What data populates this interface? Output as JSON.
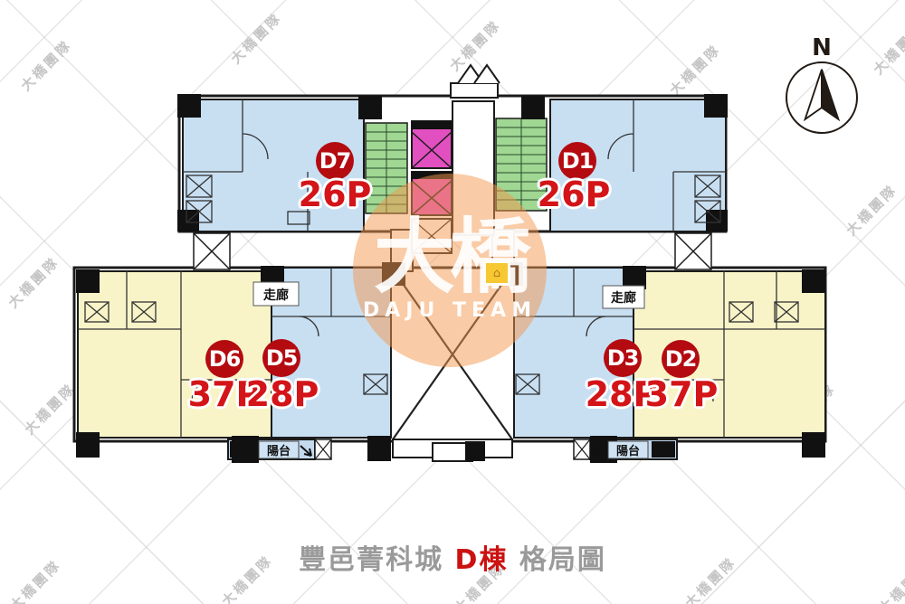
{
  "title": {
    "project": "豐邑菁科城",
    "building": "D棟",
    "suffix": "格局圖"
  },
  "compass": {
    "north_label": "N"
  },
  "watermark": {
    "tile_text": "大橋團隊",
    "logo_text": "大橋",
    "logo_subtext": "DAJU TEAM"
  },
  "floorplan": {
    "building_name": "D棟",
    "units": [
      {
        "id": "D7",
        "size": "26P",
        "fill": "#c8dff2",
        "position": "top-left"
      },
      {
        "id": "D1",
        "size": "26P",
        "fill": "#c8dff2",
        "position": "top-right"
      },
      {
        "id": "D6",
        "size": "37P",
        "fill": "#f8f4c8",
        "position": "bottom-far-left"
      },
      {
        "id": "D5",
        "size": "28P",
        "fill": "#c8dff2",
        "position": "bottom-left"
      },
      {
        "id": "D3",
        "size": "28P",
        "fill": "#c8dff2",
        "position": "bottom-right"
      },
      {
        "id": "D2",
        "size": "37P",
        "fill": "#f8f4c8",
        "position": "bottom-far-right"
      }
    ],
    "labels": {
      "corridor": "走廊",
      "balcony": "陽台"
    },
    "colors": {
      "unit_blue": "#c8dff2",
      "unit_yellow": "#f8f4c8",
      "stair_green": "#9fd793",
      "elevator_magenta": "#e24fc0",
      "balcony_blue": "#c3d9ee",
      "badge_red": "#b40b10",
      "size_red": "#d31418",
      "wall": "#1b1b1b"
    }
  }
}
